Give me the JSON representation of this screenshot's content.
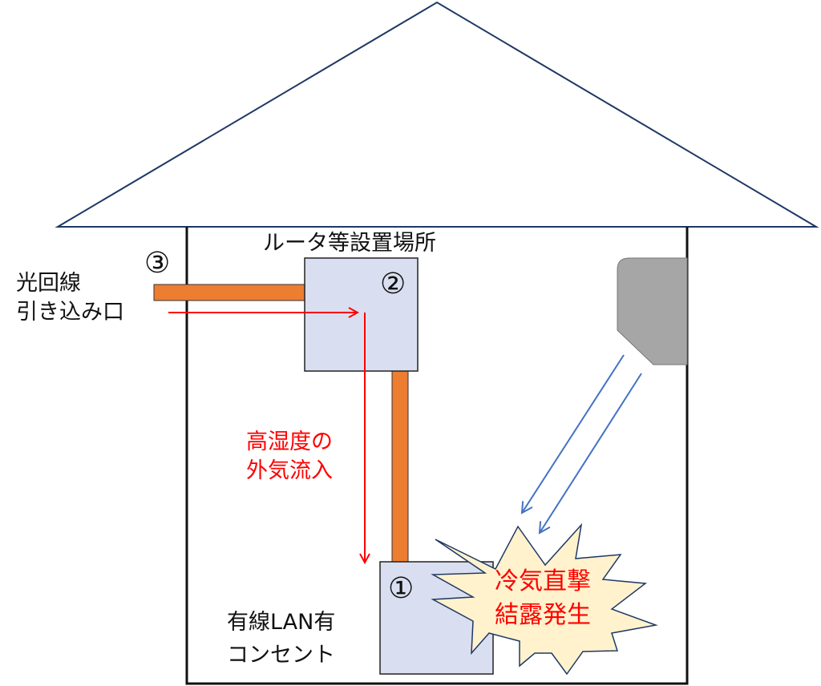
{
  "labels": {
    "router_location": "ルータ等設置場所",
    "num1": "①",
    "num2": "②",
    "num3": "③",
    "fiber_inlet_line1": "光回線",
    "fiber_inlet_line2": "引き込み口",
    "humid_air_line1": "高湿度の",
    "humid_air_line2": "外気流入",
    "outlet_line1": "有線LAN有",
    "outlet_line2": "コンセント",
    "condensation_line1": "冷気直撃",
    "condensation_line2": "結露発生"
  },
  "colors": {
    "roof": "#1f3864",
    "wall": "#111111",
    "pipe": "#ed7d31",
    "box": "#d9dff0",
    "air_arrow": "#ff0000",
    "cold_arrow": "#4472c4",
    "burst_fill": "#fff2cc",
    "ac_unit": "#a6a6a6"
  }
}
